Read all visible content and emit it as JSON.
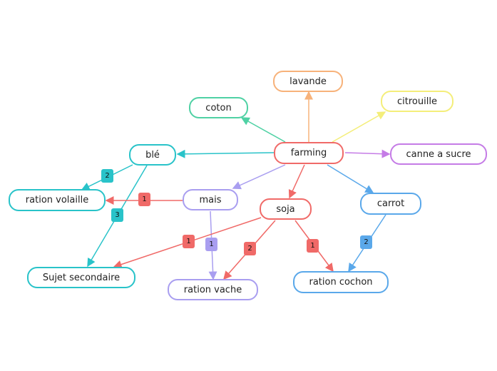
{
  "nodes": {
    "farming": "farming",
    "lavande": "lavande",
    "coton": "coton",
    "citrouille": "citrouille",
    "canne": "canne a sucre",
    "ble": "blé",
    "mais": "mais",
    "soja": "soja",
    "carrot": "carrot",
    "ration_volaille": "ration volaille",
    "sujet_secondaire": "Sujet secondaire",
    "ration_vache": "ration vache",
    "ration_cochon": "ration cochon"
  },
  "badges": {
    "ble_volaille": "2",
    "ble_sujet": "3",
    "mais_volaille": "1",
    "mais_vache": "1",
    "soja_sujet": "1",
    "soja_vache": "2",
    "soja_cochon": "1",
    "carrot_cochon": "2"
  },
  "colors": {
    "red": "#f06a68",
    "orange": "#f7b27a",
    "green": "#4fd1a4",
    "yellow": "#f4ee7a",
    "purple": "#c57ce6",
    "teal": "#29c3c9",
    "lavender": "#a99ef0",
    "blue": "#5aa8ea"
  }
}
